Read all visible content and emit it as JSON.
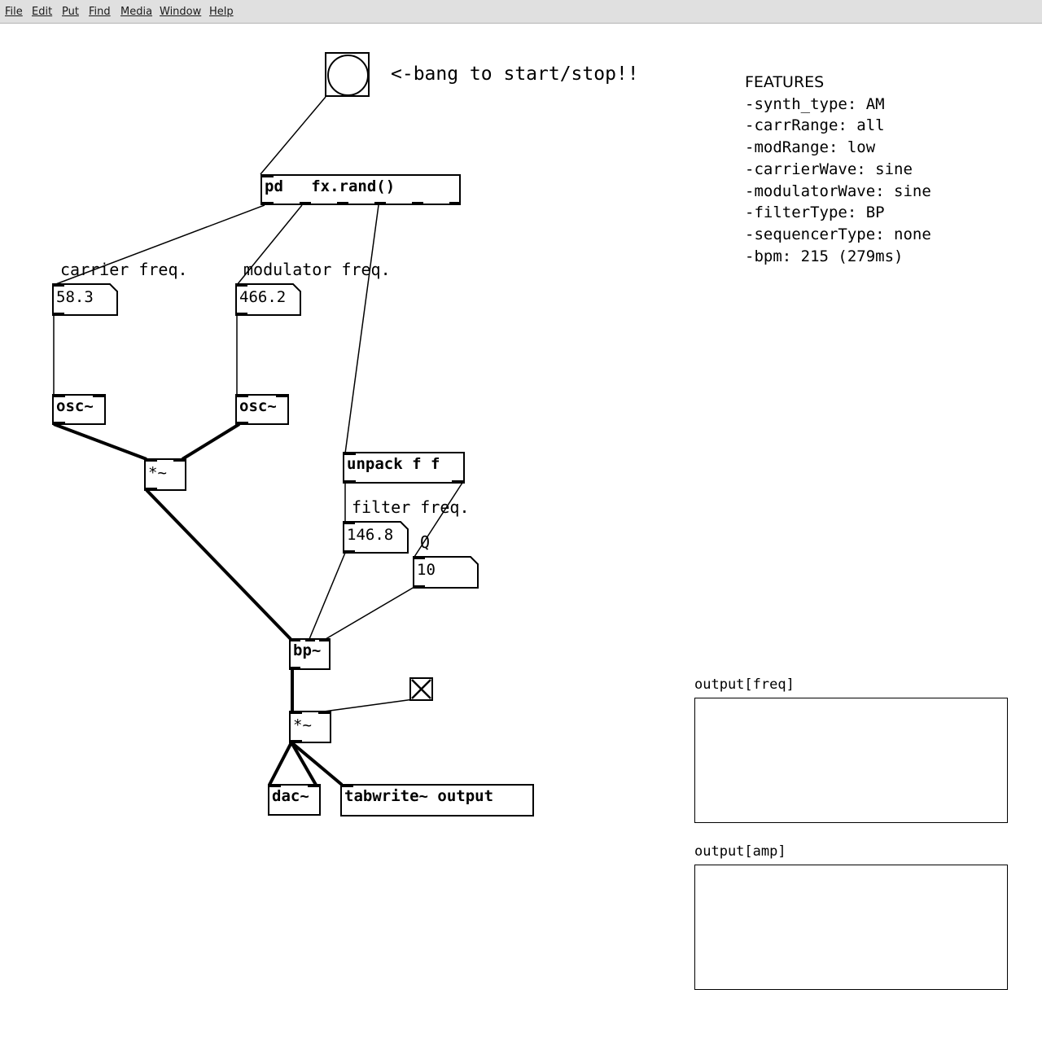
{
  "menubar": {
    "items": [
      "File",
      "Edit",
      "Put",
      "Find",
      "Media",
      "Window",
      "Help"
    ]
  },
  "patch": {
    "bang_comment": "<-bang to start/stop!!",
    "objects": {
      "pd_rand": {
        "text": "pd   fx.rand()"
      },
      "osc_carrier": {
        "text": "osc~"
      },
      "osc_modulator": {
        "text": "osc~"
      },
      "mult_am": {
        "text": "*~"
      },
      "unpack": {
        "text": "unpack f f"
      },
      "bp": {
        "text": "bp~"
      },
      "mult_out": {
        "text": "*~"
      },
      "dac": {
        "text": "dac~"
      },
      "tabwrite": {
        "text": "tabwrite~ output"
      }
    },
    "numbers": {
      "carrier_freq": "58.3",
      "modulator_freq": "466.2",
      "filter_freq": "146.8",
      "q": "10"
    },
    "comments": {
      "carrier_freq": "carrier freq.",
      "modulator_freq": "modulator freq.",
      "filter_freq": "filter freq.",
      "q": "Q"
    },
    "toggle": {
      "state": "on"
    }
  },
  "features": {
    "title": "FEATURES",
    "lines": [
      "-synth_type: AM",
      "-carrRange: all",
      "-modRange: low",
      "-carrierWave: sine",
      "-modulatorWave: sine",
      "-filterType: BP",
      "-sequencerType: none",
      "-bpm: 215 (279ms)"
    ]
  },
  "arrays": {
    "freq_label": "output[freq]",
    "amp_label": "output[amp]"
  }
}
